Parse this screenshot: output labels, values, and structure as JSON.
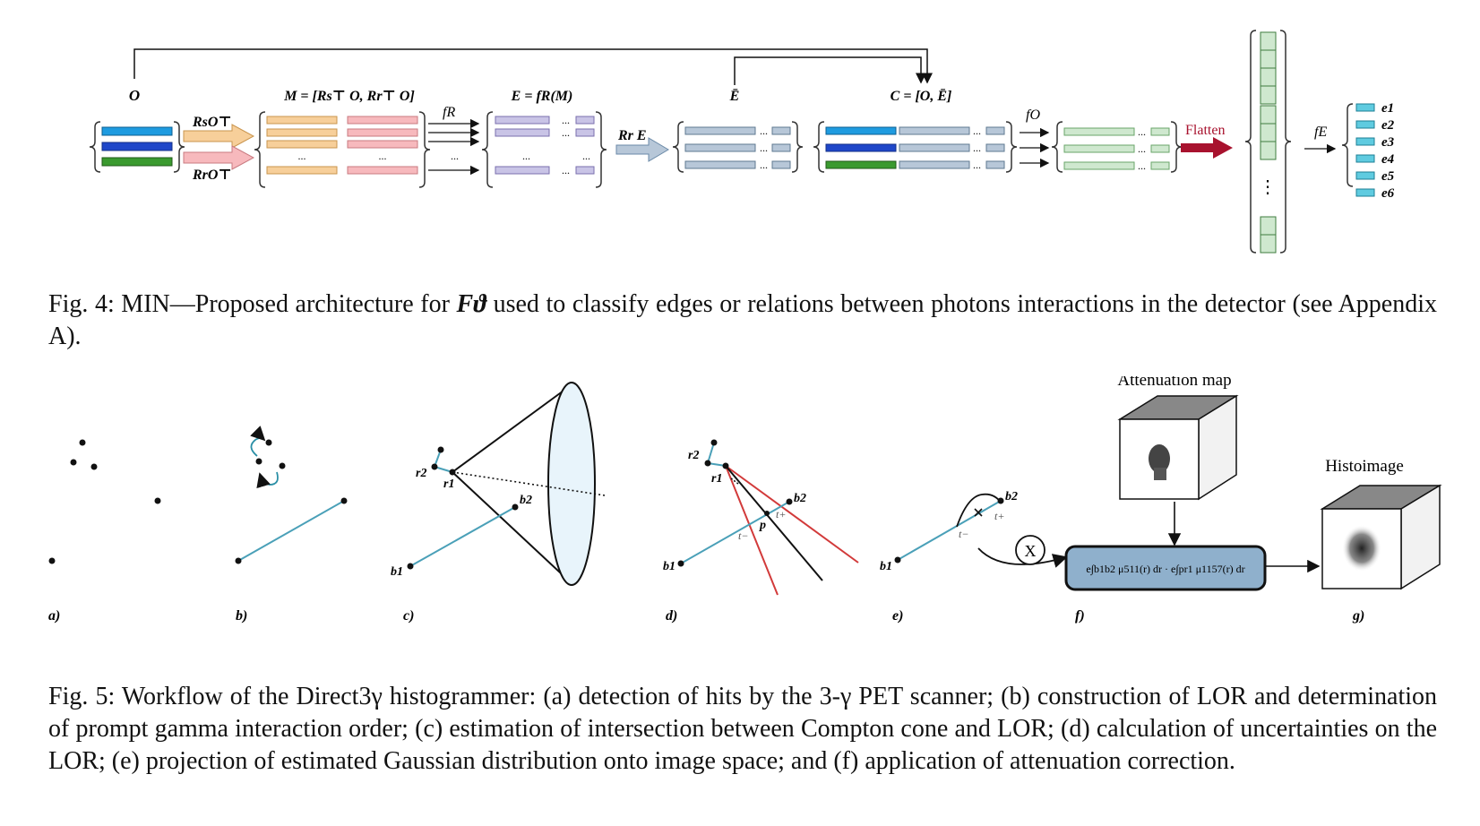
{
  "fig4": {
    "labels": {
      "O": "O",
      "RsO": "RsO⊤",
      "RrO": "RrO⊤",
      "M": "M = [Rs⊤ O, Rr⊤ O]",
      "fR": "fR",
      "E": "E = fR(M)",
      "RrE": "Rr E",
      "Ebar": "Ē",
      "C": "C = [O, Ē]",
      "fO": "fO",
      "flatten": "Flatten",
      "fE": "fE",
      "dots": "...",
      "vdots": "⋮"
    },
    "outputs": [
      "e1",
      "e2",
      "e3",
      "e4",
      "e5",
      "e6"
    ],
    "caption_prefix": "Fig. 4: MIN—Proposed architecture for",
    "caption_symbol": "Fϑ",
    "caption_suffix": "used to classify edges or relations between photons interactions in the detector (see Appendix A)."
  },
  "fig5": {
    "panel_labels": [
      "a)",
      "b)",
      "c)",
      "d)",
      "e)",
      "f)",
      "g)"
    ],
    "attenuation_title": "Attenuation map",
    "histoimage_title": "Histoimage",
    "points": {
      "r1": "r1",
      "r2": "r2",
      "b1": "b1",
      "b2": "b2",
      "p": "p",
      "tminus": "t−",
      "tplus": "t+"
    },
    "formula": "e∫b1b2 μ511(r) dr · e∫pr1 μ1157(r) dr",
    "multiply_symbol": "X",
    "caption": "Fig. 5: Workflow of the Direct3γ histogrammer: (a) detection of hits by the 3-γ PET scanner; (b) construction of LOR and determination of prompt gamma interaction order; (c) estimation of intersection between Compton cone and LOR; (d) calculation of uncertainties on the LOR; (e) projection of estimated Gaussian distribution onto image space; and (f) application of attenuation correction."
  },
  "colors": {
    "blue_light": "#1e9be0",
    "blue_dark": "#1f47c9",
    "green": "#3a9a2f",
    "orange": "#f7cf9a",
    "pink": "#f7b9bd",
    "purple": "#c9c4e6",
    "gray_blue": "#b7c7d8",
    "light_green": "#cfe8cf",
    "cyan": "#5fcbe0",
    "flatten_red": "#a8122e",
    "formula_box": "#8fb0cc",
    "line_teal": "#4aa0b8",
    "line_red": "#d23a3a"
  }
}
